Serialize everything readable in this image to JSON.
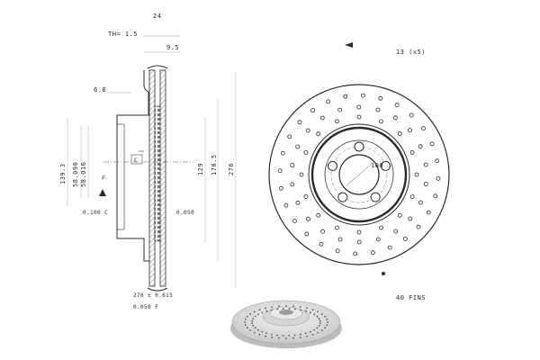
{
  "labels": {
    "width_24": "24",
    "th": "TH= 1.5",
    "dim_9_5": "9.5",
    "dim_6_8": "6.8",
    "dim_139_3": "139.3",
    "dim_58_090": "58.090",
    "dim_58_016": "58.016",
    "dim_0_100_c": "0.100 C",
    "dim_0_050": "0.050",
    "marker_f": "F",
    "marker_c": "C",
    "dim_129": "129",
    "dim_170_5": "170.5",
    "dim_276": "276",
    "dim_276_tol": "276 ± 0.615",
    "dim_0_050_f": "0.050 F",
    "holes_13": "13 (x5)",
    "pcd_100": "100",
    "fins_40": "40 FINS"
  },
  "colors": {
    "ink": "#2a2a2a",
    "hatch": "#555555",
    "disc_shadow": "#b8b8b8"
  }
}
